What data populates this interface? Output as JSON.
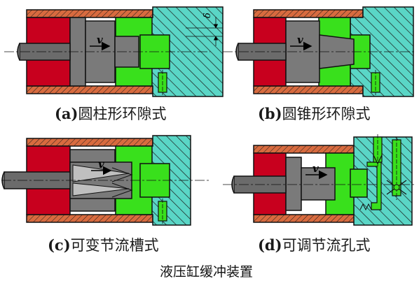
{
  "figure": {
    "title": "液压缸缓冲装置",
    "panels": [
      {
        "id": "a",
        "letter": "(a)",
        "name": "圆柱形环隙式",
        "velocity_label": "v",
        "gap_label": "δ"
      },
      {
        "id": "b",
        "letter": "(b)",
        "name": "圆锥形环隙式",
        "velocity_label": "v"
      },
      {
        "id": "c",
        "letter": "(c)",
        "name": "可变节流槽式",
        "velocity_label": "v"
      },
      {
        "id": "d",
        "letter": "(d)",
        "name": "可调节流孔式",
        "velocity_label": "v"
      }
    ]
  },
  "colors": {
    "cylinder_wall": "#d86b3f",
    "chamber": "#c8001e",
    "piston": "#7a7a7a",
    "rod": "#6b6b6b",
    "buffer_green": "#39e01c",
    "end_cap": "#5ad6c6",
    "outline": "#111111"
  }
}
